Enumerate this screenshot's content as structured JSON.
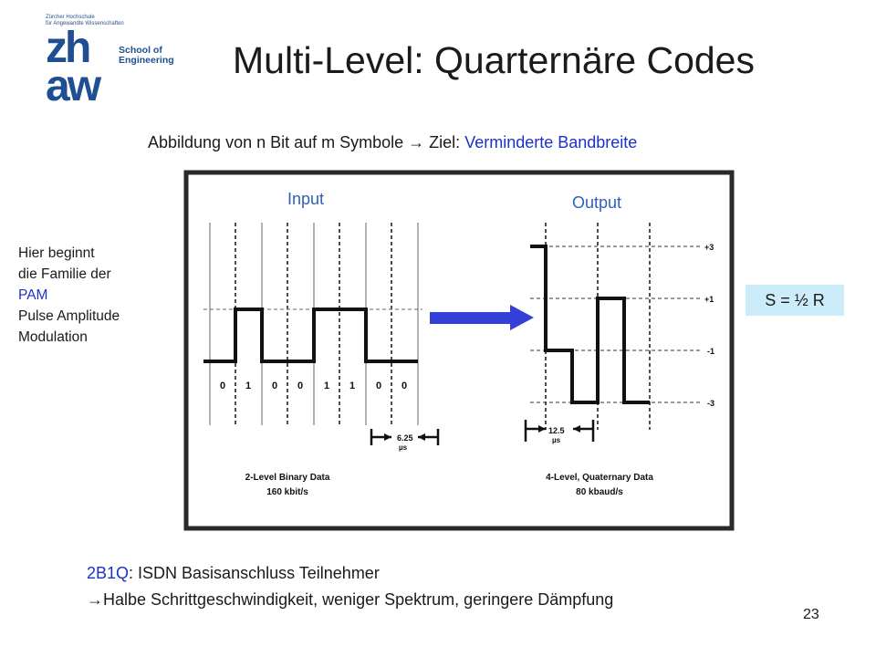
{
  "logo": {
    "university_line1": "Zürcher Hochschule",
    "university_line2": "für Angewandte Wissenschaften",
    "school_line1": "School of",
    "school_line2": "Engineering",
    "mark_top": "zh",
    "mark_bottom": "aw"
  },
  "title": "Multi-Level: Quarternäre Codes",
  "subtitle": {
    "prefix": "Abbildung von n Bit auf m Symbole ",
    "arrow": "→",
    "middle": " Ziel: ",
    "accent": "Verminderte Bandbreite"
  },
  "side_note": {
    "line1": "Hier beginnt",
    "line2": "die Familie der",
    "line3": "PAM",
    "line4": "Pulse Amplitude",
    "line5": "Modulation"
  },
  "badge": "S = ½ R",
  "diagram": {
    "input_label": "Input",
    "output_label": "Output",
    "bits": [
      "0",
      "1",
      "0",
      "0",
      "1",
      "1",
      "0",
      "0"
    ],
    "bit_period_label": "6.25",
    "bit_period_unit": "µs",
    "symbol_period_label": "12.5",
    "symbol_period_unit": "µs",
    "levels": [
      "+3",
      "+1",
      "-1",
      "-3"
    ],
    "input_caption_1": "2-Level Binary Data",
    "input_caption_2": "160 kbit/s",
    "output_caption_1": "4-Level, Quaternary Data",
    "output_caption_2": "80 kbaud/s",
    "symbol_levels": [
      3,
      -1,
      -3,
      1,
      -3
    ],
    "arrow_color": "#3340d8",
    "label_color": "#2f5fbd"
  },
  "footer": {
    "line1_accent": "2B1Q",
    "line1_rest": ":  ISDN Basisanschluss Teilnehmer",
    "line2_arrow": "→",
    "line2_rest": "Halbe Schrittgeschwindigkeit, weniger Spektrum, geringere Dämpfung"
  },
  "page_number": "23",
  "colors": {
    "accent_text": "#1a32c8",
    "badge_bg": "#ccecf9",
    "logo_blue": "#1f4e92"
  }
}
